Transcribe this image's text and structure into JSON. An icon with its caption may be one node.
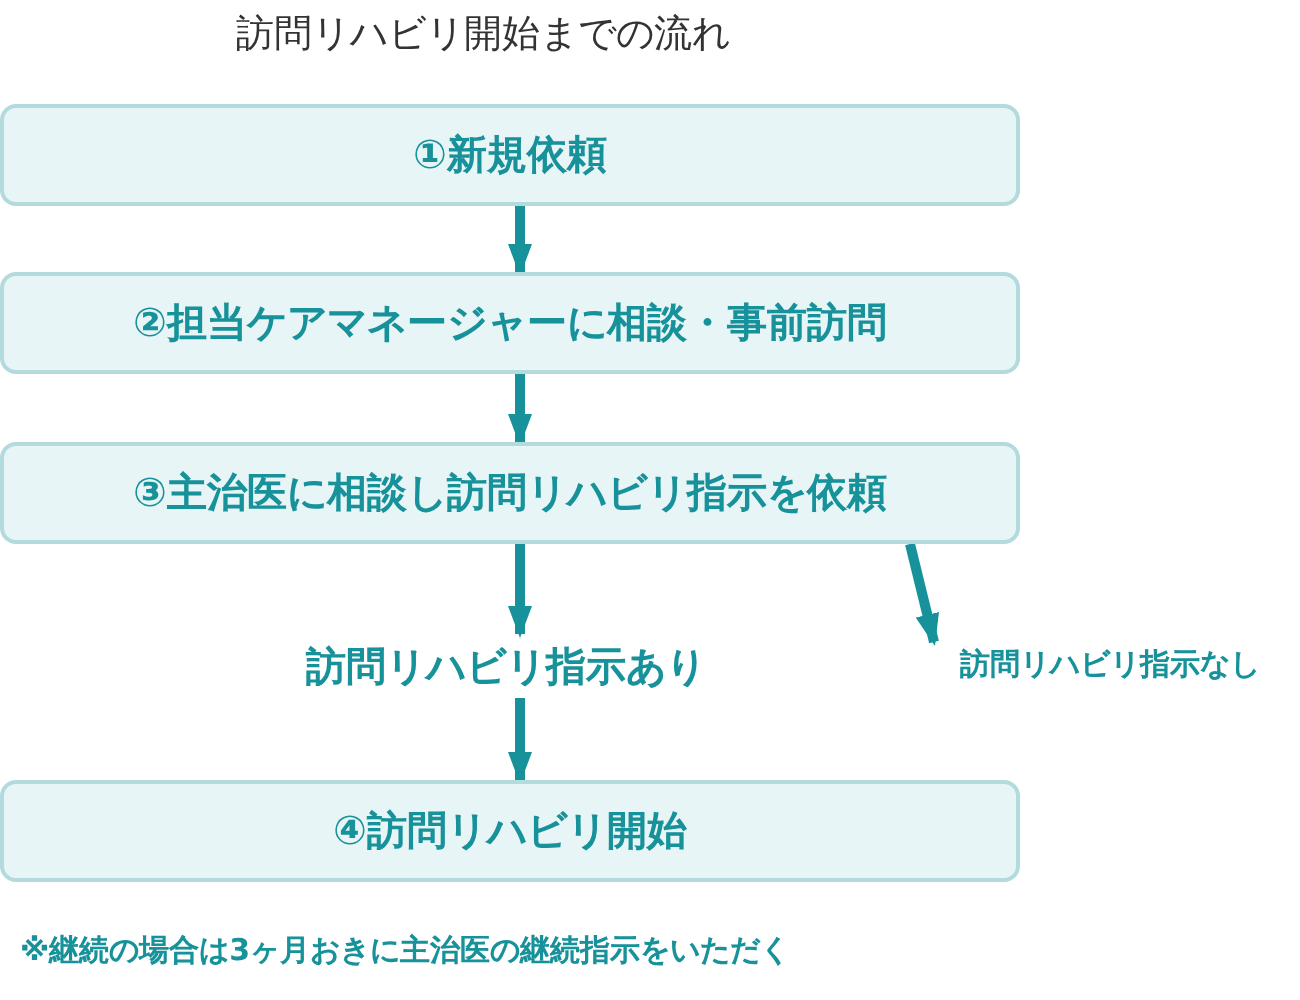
{
  "diagram": {
    "title": "訪問リハビリ開始までの流れ",
    "nodes": [
      {
        "text": [
          "①新規依頼"
        ]
      },
      {
        "text": [
          "②担当ケアマネージャーに相談・事前訪問"
        ]
      },
      {
        "text": [
          "③主治医に相談し訪問リハビリ指示を依頼"
        ]
      },
      {
        "text": [
          "訪問リハビリ指示あり"
        ]
      },
      {
        "text": [
          "訪問リハビリ指示なし"
        ]
      },
      {
        "text": [
          "④訪問リハビリ開始"
        ]
      }
    ],
    "edges": [
      {
        "from": 0,
        "to": 1,
        "arrow": "to"
      },
      {
        "from": 1,
        "to": 2,
        "arrow": "to"
      },
      {
        "from": 2,
        "to": 3,
        "arrow": "to"
      },
      {
        "from": 2,
        "to": 4,
        "arrow": "to"
      },
      {
        "from": 3,
        "to": 5,
        "arrow": "to"
      }
    ],
    "caption": "※継続の場合は3ヶ月おきに主治医の継続指示をいただく"
  }
}
